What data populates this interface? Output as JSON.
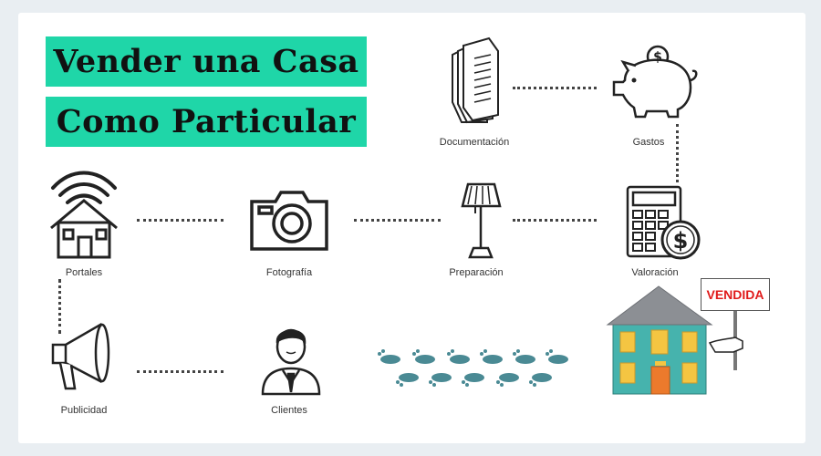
{
  "title": {
    "line1": "Vender una Casa",
    "line2": "Como Particular"
  },
  "nodes": {
    "documentacion": "Documentación",
    "gastos": "Gastos",
    "portales": "Portales",
    "fotografia": "Fotografía",
    "preparacion": "Preparación",
    "valoracion": "Valoración",
    "publicidad": "Publicidad",
    "clientes": "Clientes"
  },
  "sign": "VENDIDA",
  "icons": {
    "documentacion": "documents-icon",
    "gastos": "piggy-bank-icon",
    "portales": "house-wifi-icon",
    "fotografia": "camera-icon",
    "preparacion": "floor-lamp-icon",
    "valoracion": "calculator-dollar-icon",
    "publicidad": "megaphone-icon",
    "clientes": "businessman-icon",
    "footprints": "footprints-icon",
    "sold_house": "sold-house-icon"
  },
  "colors": {
    "accent": "#1fd6a8",
    "footprint": "#4a8a94",
    "house_wall": "#46b3ad",
    "house_roof": "#8c8f94",
    "window": "#f4c542",
    "door": "#ec7a2c",
    "sign_text": "#e01a1a"
  }
}
